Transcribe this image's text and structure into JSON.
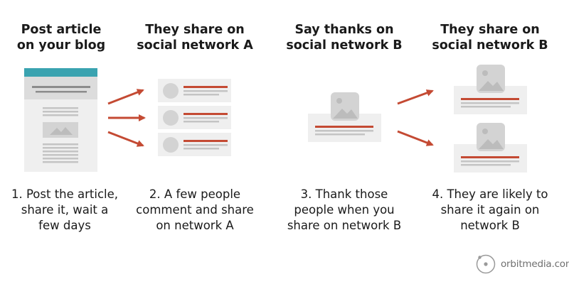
{
  "colors": {
    "arrow": "#c44a33",
    "blog_header": "#3aa3b0",
    "card_bg": "#efefef",
    "placeholder": "#d3d3d3",
    "line_gray": "#b9b9b9",
    "accent_line": "#c44a33"
  },
  "steps": [
    {
      "heading": "Post article\non your blog",
      "caption": "1. Post the article,\nshare it, wait a\nfew days"
    },
    {
      "heading": "They share on\nsocial network A",
      "caption": "2. A few people\ncomment and share\non network A"
    },
    {
      "heading": "Say thanks on\nsocial network B",
      "caption": "3. Thank those\npeople when you\nshare on network B"
    },
    {
      "heading": "They share on\nsocial network B",
      "caption": "4. They are likely to\nshare it again on\nnetwork B"
    }
  ],
  "logo": {
    "text": "orbitmedia.com",
    "icon": "orbit-icon"
  }
}
